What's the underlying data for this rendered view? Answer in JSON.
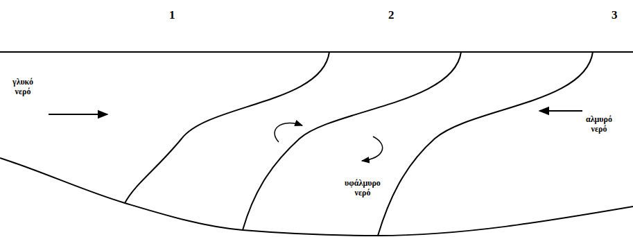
{
  "diagram": {
    "labels": [
      "1",
      "2",
      "3",
      "γλυκό νερό",
      "υφάλμυρο νερό",
      "αλμυρό νερό"
    ]
  }
}
